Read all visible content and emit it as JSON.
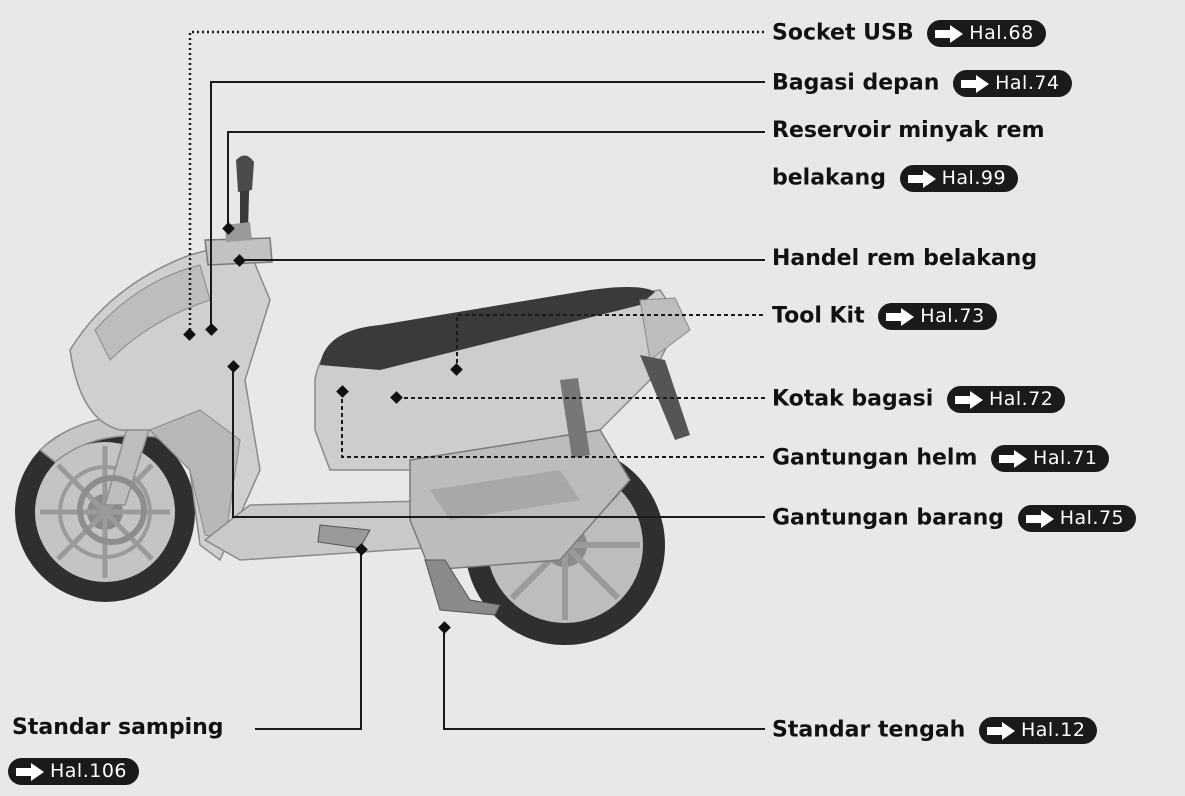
{
  "labels": {
    "socket_usb": {
      "text": "Socket USB",
      "ref": "Hal.68"
    },
    "bagasi_depan": {
      "text": "Bagasi depan",
      "ref": "Hal.74"
    },
    "reservoir": {
      "text": "Reservoir minyak rem",
      "text2": "belakang",
      "ref": "Hal.99"
    },
    "handel_rem": {
      "text": "Handel rem belakang"
    },
    "tool_kit": {
      "text": "Tool Kit",
      "ref": "Hal.73"
    },
    "kotak_bagasi": {
      "text": "Kotak bagasi",
      "ref": "Hal.72"
    },
    "gantungan_helm": {
      "text": "Gantungan helm",
      "ref": "Hal.71"
    },
    "gantungan_barang": {
      "text": "Gantungan barang",
      "ref": "Hal.75"
    },
    "standar_samping": {
      "text": "Standar samping",
      "ref": "Hal.106"
    },
    "standar_tengah": {
      "text": "Standar tengah",
      "ref": "Hal.12"
    }
  },
  "colors": {
    "background": "#e8e8e8",
    "line": "#1a1a1a",
    "ref_badge": "#1a1a1a",
    "scooter_body": "#cfcfcf",
    "scooter_dark": "#3a3a3a"
  },
  "icons": {
    "ref_arrow": "arrow-right-icon"
  }
}
